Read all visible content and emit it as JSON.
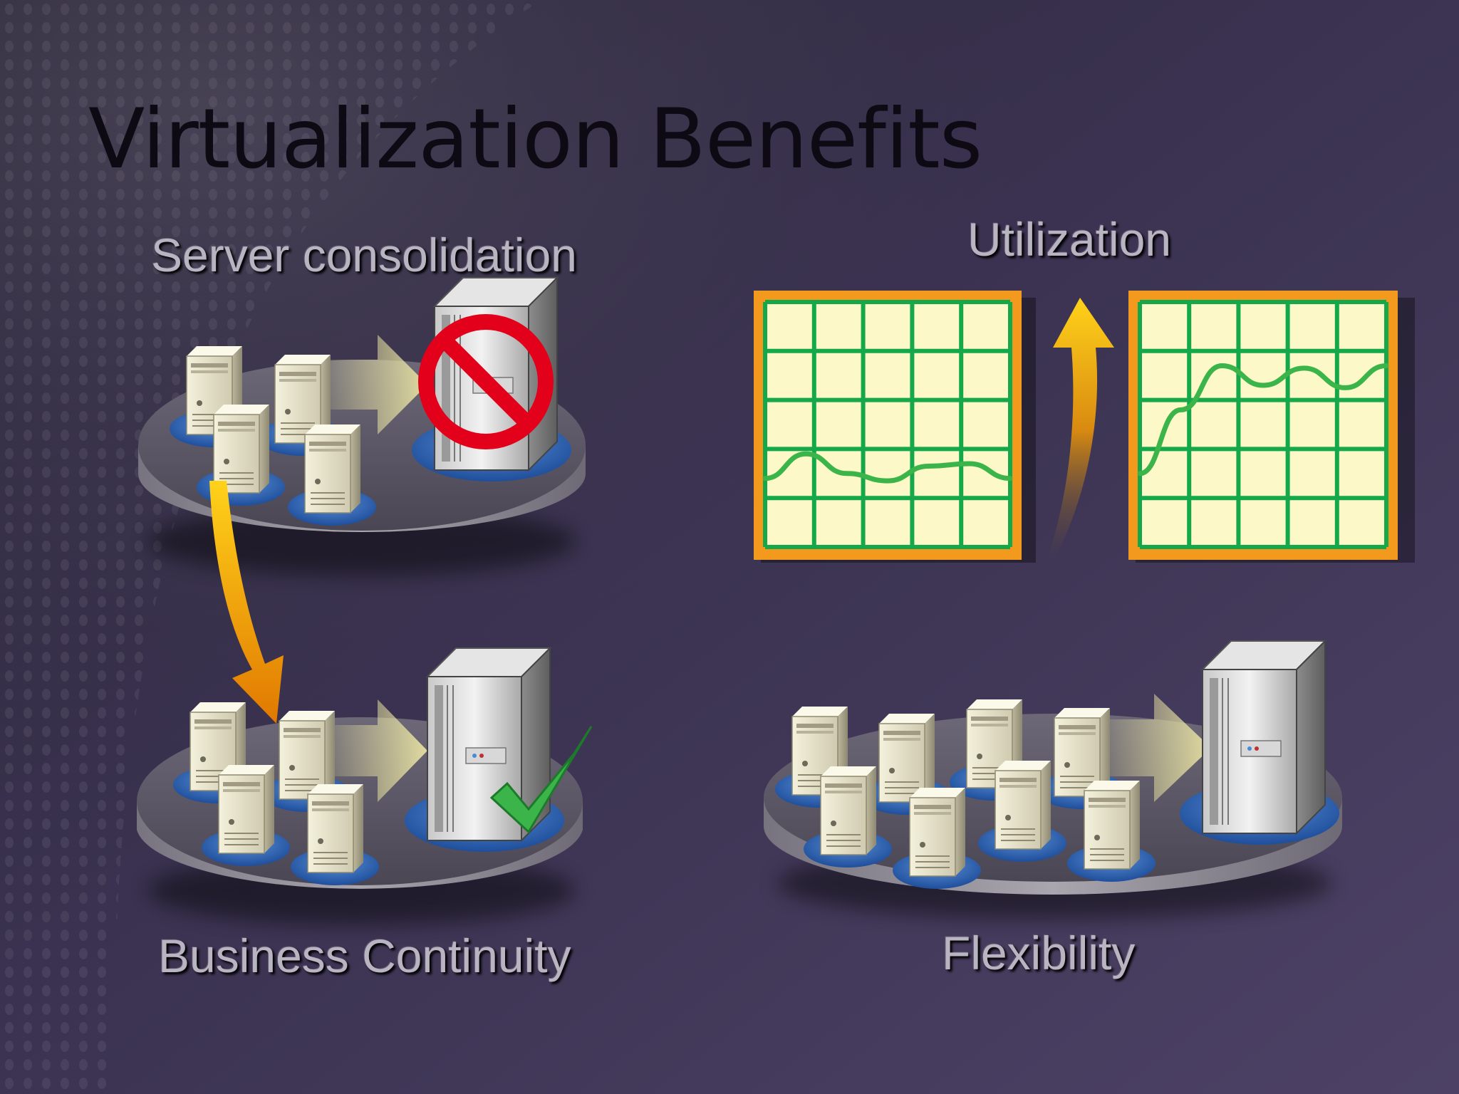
{
  "slide": {
    "title": "Virtualization Benefits"
  },
  "labels": {
    "server_consolidation": "Server consolidation",
    "utilization": "Utilization",
    "business_continuity": "Business Continuity",
    "flexibility": "Flexibility"
  },
  "colors": {
    "background": "#3b3450",
    "chart_frame": "#f39a1e",
    "chart_fill": "#fdf8c8",
    "chart_grid": "#15a84a",
    "arrow": "#f5a400",
    "prohibit": "#e2001a",
    "check": "#3bb54a",
    "pad": "#2f6fc0"
  },
  "icons": {
    "prohibit": "no-entry-icon",
    "check": "checkmark-icon",
    "server": "server-icon",
    "host": "rack-server-icon"
  },
  "charts": {
    "before": {
      "series": [
        0.28,
        0.38,
        0.3,
        0.27,
        0.33,
        0.34,
        0.28
      ],
      "grid": "5x5"
    },
    "after": {
      "series": [
        0.3,
        0.56,
        0.74,
        0.66,
        0.73,
        0.65,
        0.74
      ],
      "grid": "5x5"
    }
  }
}
